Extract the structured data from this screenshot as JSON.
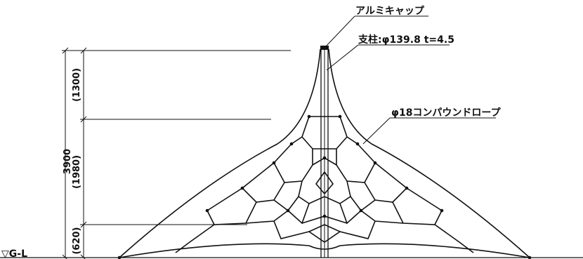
{
  "labels": {
    "cap": "アルミキャップ",
    "post": "支柱:φ139.8 t=4.5",
    "rope": "φ18コンパウンドロープ",
    "ground": "▽G-L"
  },
  "dimensions": {
    "total": "3900",
    "upper": "(1300)",
    "middle": "(1980)",
    "lower": "(620)"
  }
}
